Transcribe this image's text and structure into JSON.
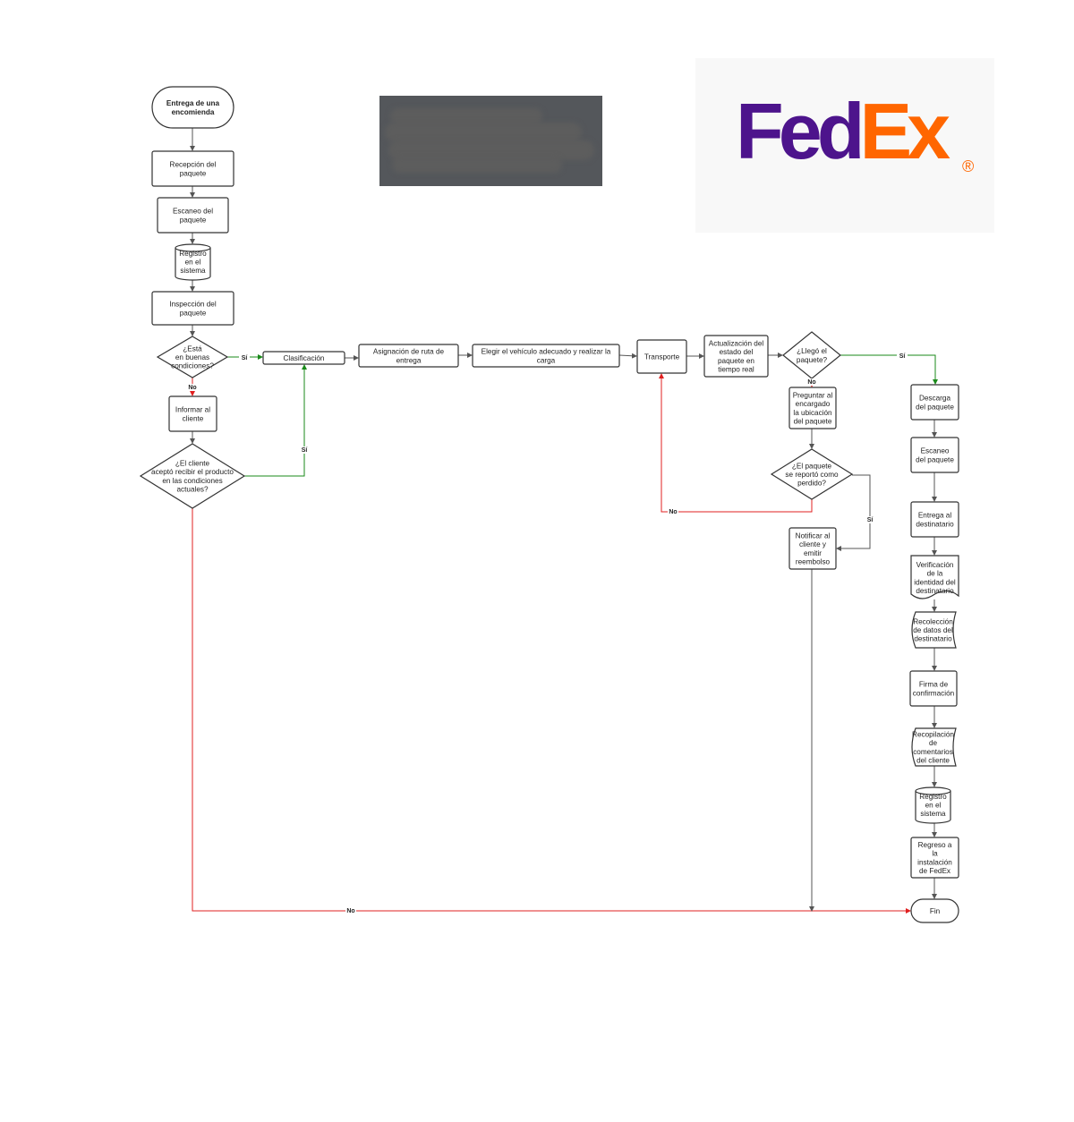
{
  "colors": {
    "yes_edge": "#1a8a1a",
    "no_edge": "#e02020",
    "default_edge": "#555555",
    "fedex_purple": "#4d148c",
    "fedex_orange": "#ff6600"
  },
  "logo": {
    "part1": "Fed",
    "part2": "Ex",
    "registered": "®"
  },
  "nodes": {
    "start": {
      "lines": [
        "Entrega de una",
        "encomienda"
      ]
    },
    "recepcion": {
      "lines": [
        "Recepción del",
        "paquete"
      ]
    },
    "escaneo1": {
      "lines": [
        "Escaneo del",
        "paquete"
      ]
    },
    "registro1": {
      "lines": [
        "Registro",
        "en el",
        "sistema"
      ]
    },
    "inspeccion": {
      "lines": [
        "Inspección del",
        "paquete"
      ]
    },
    "cond1": {
      "lines": [
        "¿Está",
        "en buenas",
        "condiciones?"
      ]
    },
    "informar": {
      "lines": [
        "Informar al",
        "cliente"
      ]
    },
    "cond2": {
      "lines": [
        "¿El cliente",
        "aceptó recibir el producto",
        "en las condiciones",
        "actuales?"
      ]
    },
    "clasificacion": {
      "lines": [
        "Clasificación"
      ]
    },
    "asignacion": {
      "lines": [
        "Asignación de ruta de",
        "entrega"
      ]
    },
    "vehiculo": {
      "lines": [
        "Elegir el vehículo adecuado y realizar la",
        "carga"
      ]
    },
    "transporte": {
      "lines": [
        "Transporte"
      ]
    },
    "actualizacion": {
      "lines": [
        "Actualización del",
        "estado del",
        "paquete en",
        "tiempo real"
      ]
    },
    "llego": {
      "lines": [
        "¿Llegó el",
        "paquete?"
      ]
    },
    "preguntar": {
      "lines": [
        "Preguntar al",
        "encargado",
        "la ubicación",
        "del paquete"
      ]
    },
    "perdido": {
      "lines": [
        "¿El paquete",
        "se reportó como",
        "perdido?"
      ]
    },
    "notificar": {
      "lines": [
        "Notificar al",
        "cliente y",
        "emitir",
        "reembolso"
      ]
    },
    "descarga": {
      "lines": [
        "Descarga",
        "del paquete"
      ]
    },
    "escaneo2": {
      "lines": [
        "Escaneo",
        "del paquete"
      ]
    },
    "entrega": {
      "lines": [
        "Entrega al",
        "destinatario"
      ]
    },
    "verificacion": {
      "lines": [
        "Verificación",
        "de la",
        "identidad del",
        "destinatario"
      ]
    },
    "recoleccion": {
      "lines": [
        "Recolección",
        "de datos del",
        "destinatario"
      ]
    },
    "firma": {
      "lines": [
        "Firma de",
        "confirmación"
      ]
    },
    "recopilacion": {
      "lines": [
        "Recopilación",
        "de",
        "comentarios",
        "del cliente"
      ]
    },
    "registro2": {
      "lines": [
        "Registro",
        "en el",
        "sistema"
      ]
    },
    "regreso": {
      "lines": [
        "Regreso a",
        "la",
        "instalación",
        "de FedEx"
      ]
    },
    "fin": {
      "lines": [
        "Fin"
      ]
    }
  },
  "edge_labels": {
    "cond1_yes": "Sí",
    "cond1_no": "No",
    "cond2_yes": "Sí",
    "cond2_no": "No",
    "llego_yes": "Sí",
    "llego_no": "No",
    "perdido_no": "No",
    "perdido_yes": "Sí"
  }
}
